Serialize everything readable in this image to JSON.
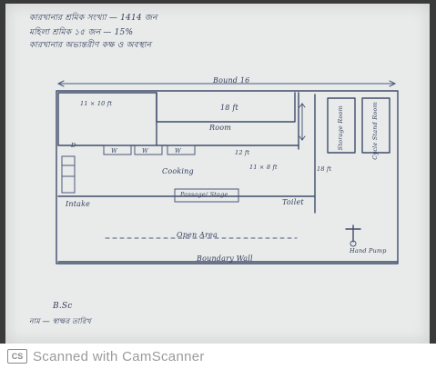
{
  "header_notes": [
    "কারখানার শ্রমিক সংখ্যা — 1414 জন",
    "মহিলা শ্রমিক ১৫ জন — 15%",
    "কারখানার অভ্যন্তরীণ কক্ষ ও অবস্থান"
  ],
  "plan": {
    "top_dimension": "Bound 16",
    "room_a_size": "11 × 10 ft",
    "room_b_size": "18 ft",
    "room_label": "Room",
    "room_c_size": "12 ft",
    "room_d_size": "11 × 8 ft",
    "cooking_label": "Cooking",
    "passage_label": "Passage/ Stage",
    "intake_label": "Intake",
    "toilet_label": "Toilet",
    "dimension_right": "18 ft",
    "store_a_label": "Storage Room",
    "store_b_label": "Cycle Stand Room",
    "door_d": "D",
    "wash_labels": [
      "W",
      "W",
      "W"
    ],
    "open_area_label": "Open Area",
    "boundary_label": "Boundary Wall",
    "hand_pump_label": "Hand Pump"
  },
  "footer_notes": {
    "line1": "B.Sc",
    "line2": "নাম — স্বাক্ষর তারিখ"
  },
  "scanner": {
    "logo": "CS",
    "text": "Scanned with CamScanner"
  }
}
